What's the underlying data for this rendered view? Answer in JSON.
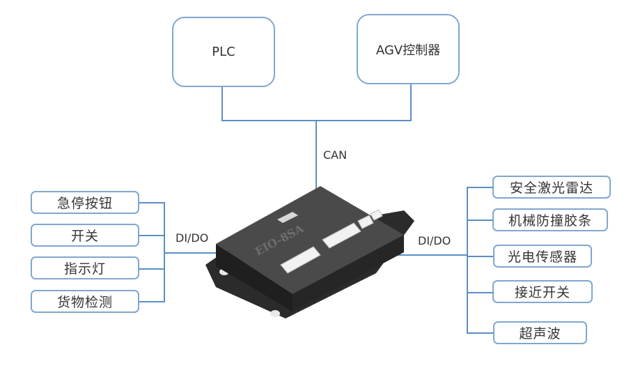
{
  "top_nodes": [
    {
      "label": "PLC"
    },
    {
      "label": "AGV控制器"
    }
  ],
  "bus_label": "CAN",
  "device": {
    "model": "EIO-8SA"
  },
  "left": {
    "link_label": "DI/DO",
    "items": [
      {
        "label": "急停按钮"
      },
      {
        "label": "开关"
      },
      {
        "label": "指示灯"
      },
      {
        "label": "货物检测"
      }
    ]
  },
  "right": {
    "link_label": "DI/DO",
    "items": [
      {
        "label": "安全激光雷达"
      },
      {
        "label": "机械防撞胶条"
      },
      {
        "label": "光电传感器"
      },
      {
        "label": "接近开关"
      },
      {
        "label": "超声波"
      }
    ]
  },
  "colors": {
    "line": "#5b8fc4",
    "box_border": "#7fa7cf"
  }
}
